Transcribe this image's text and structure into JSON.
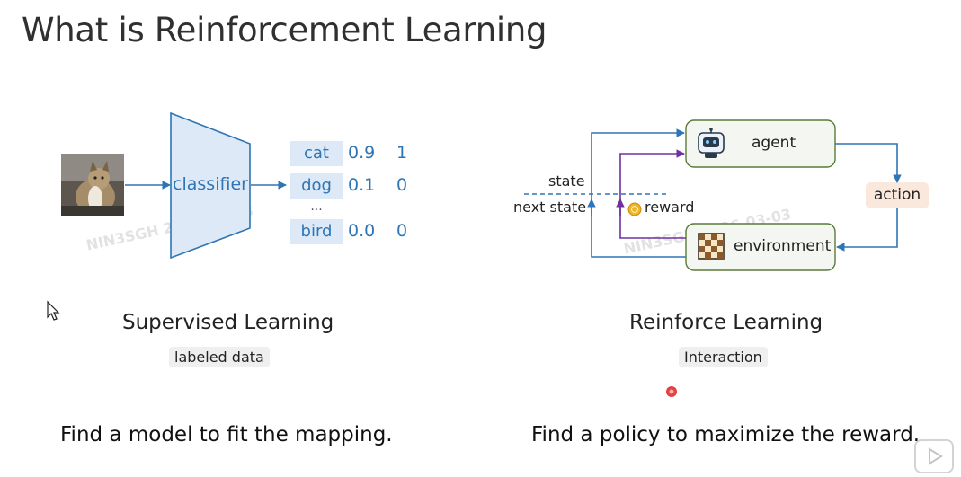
{
  "title": "What is Reinforcement Learning",
  "supervised": {
    "classifier_label": "classifier",
    "outputs": [
      {
        "label": "cat",
        "prob": "0.9",
        "target": "1"
      },
      {
        "label": "dog",
        "prob": "0.1",
        "target": "0"
      },
      {
        "label": "bird",
        "prob": "0.0",
        "target": "0"
      }
    ],
    "ellipsis": "...",
    "heading": "Supervised Learning",
    "pill": "labeled data",
    "caption": "Find a model to fit the mapping."
  },
  "reinforce": {
    "agent_label": "agent",
    "environment_label": "environment",
    "action_label": "action",
    "state_label": "state",
    "next_state_label": "next state",
    "reward_label": "reward",
    "heading": "Reinforce Learning",
    "pill": "Interaction",
    "caption": "Find a policy to maximize the reward."
  },
  "watermark": {
    "left": "NIN3SGH 2026-03-03",
    "right": "NIN3SGH 2026-03-03"
  },
  "colors": {
    "arrow_blue": "#2e75b6",
    "arrow_purple": "#7030a0",
    "classifier_fill": "#dde9f7",
    "output_cell": "#dde9f7",
    "box_fill": "#f3f6f1",
    "box_border": "#5a7a3a",
    "action_fill": "#fbe8dc"
  },
  "icons": [
    "robot-icon",
    "chessboard-icon",
    "coin-icon",
    "cursor-icon",
    "play-icon"
  ]
}
